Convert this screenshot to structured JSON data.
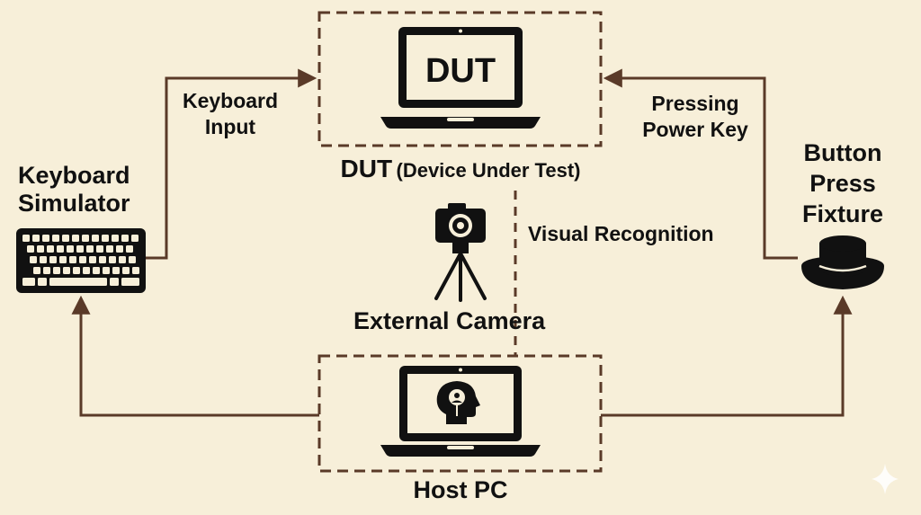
{
  "diagram": {
    "nodes": {
      "dut": {
        "screen_text": "DUT",
        "label_main": "DUT",
        "label_sub": "(Device Under Test)",
        "icon": "laptop-icon"
      },
      "host": {
        "label": "Host PC",
        "icon": "laptop-with-head-icon"
      },
      "keyboard": {
        "label_line1": "Keyboard",
        "label_line2": "Simulator",
        "icon": "keyboard-icon"
      },
      "button": {
        "label_line1": "Button",
        "label_line2": "Press",
        "label_line3": "Fixture",
        "icon": "button-press-icon"
      },
      "camera": {
        "label": "External Camera",
        "icon": "camera-on-tripod-icon"
      }
    },
    "edges": {
      "keyboard_input": {
        "line1": "Keyboard",
        "line2": "Input"
      },
      "pressing": {
        "line1": "Pressing",
        "line2": "Power Key"
      },
      "visual": {
        "label": "Visual Recognition"
      }
    },
    "colors": {
      "background": "#f7efd9",
      "arrow": "#5a3a28",
      "dashed_box": "#5a3a28",
      "icon": "#111111",
      "text": "#111111"
    }
  }
}
